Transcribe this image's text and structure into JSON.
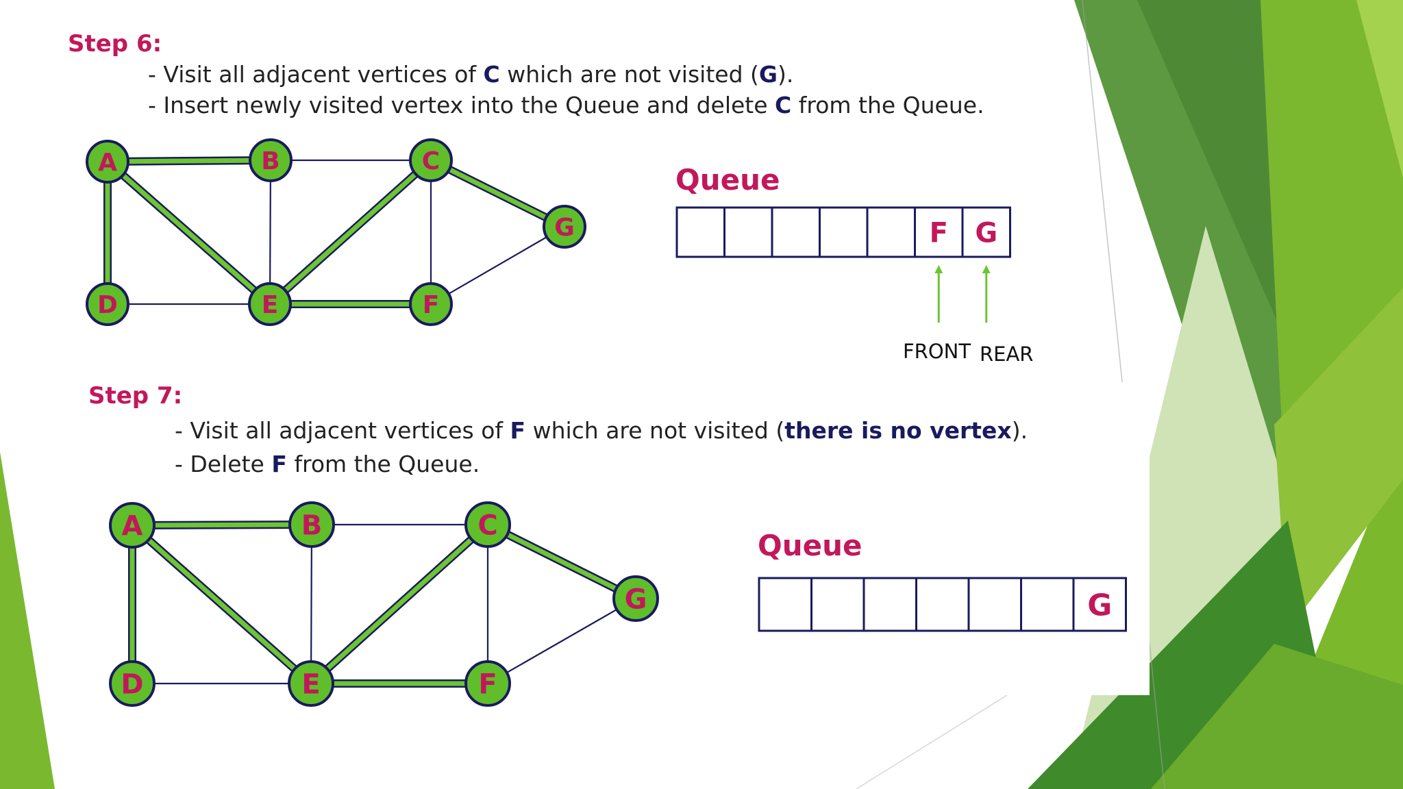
{
  "steps": [
    {
      "label": "Step 6:",
      "lines": [
        [
          {
            "t": "- Visit all adjacent vertices of "
          },
          {
            "t": "C",
            "b": true
          },
          {
            "t": " which are not visited ("
          },
          {
            "t": "G",
            "b": true
          },
          {
            "t": ")."
          }
        ],
        [
          {
            "t": "- Insert newly visited vertex into the Queue and delete "
          },
          {
            "t": "C",
            "b": true
          },
          {
            "t": " from the Queue."
          }
        ]
      ],
      "graph": {
        "vertices": [
          "A",
          "B",
          "C",
          "G",
          "D",
          "E",
          "F"
        ],
        "visited_edges": [
          [
            "A",
            "B"
          ],
          [
            "A",
            "D"
          ],
          [
            "A",
            "E"
          ],
          [
            "E",
            "F"
          ],
          [
            "E",
            "C"
          ],
          [
            "C",
            "G"
          ]
        ],
        "other_edges": [
          [
            "B",
            "C"
          ],
          [
            "B",
            "E"
          ],
          [
            "D",
            "E"
          ],
          [
            "C",
            "F"
          ],
          [
            "F",
            "G"
          ]
        ]
      },
      "queue": {
        "title": "Queue",
        "cells": [
          "",
          "",
          "",
          "",
          "",
          "F",
          "G"
        ],
        "front_label": "FRONT",
        "rear_label": "REAR"
      }
    },
    {
      "label": "Step 7:",
      "lines": [
        [
          {
            "t": "- Visit all adjacent vertices of "
          },
          {
            "t": "F",
            "b": true
          },
          {
            "t": " which are not visited ("
          },
          {
            "t": "there is no vertex",
            "b": true
          },
          {
            "t": ")."
          }
        ],
        [
          {
            "t": "- Delete "
          },
          {
            "t": "F",
            "b": true
          },
          {
            "t": " from the Queue."
          }
        ]
      ],
      "graph": {
        "vertices": [
          "A",
          "B",
          "C",
          "G",
          "D",
          "E",
          "F"
        ],
        "visited_edges": [
          [
            "A",
            "B"
          ],
          [
            "A",
            "D"
          ],
          [
            "A",
            "E"
          ],
          [
            "E",
            "F"
          ],
          [
            "E",
            "C"
          ],
          [
            "C",
            "G"
          ]
        ],
        "other_edges": [
          [
            "B",
            "C"
          ],
          [
            "B",
            "E"
          ],
          [
            "D",
            "E"
          ],
          [
            "C",
            "F"
          ],
          [
            "F",
            "G"
          ]
        ]
      },
      "queue": {
        "title": "Queue",
        "cells": [
          "",
          "",
          "",
          "",
          "",
          "",
          "G"
        ]
      }
    }
  ],
  "colors": {
    "accent": "#c2185b",
    "edge": "#1a1a5e",
    "visited": "#6cc531",
    "vertex_fill": "#5fbe2a",
    "theme_green": "#7ab92f"
  }
}
